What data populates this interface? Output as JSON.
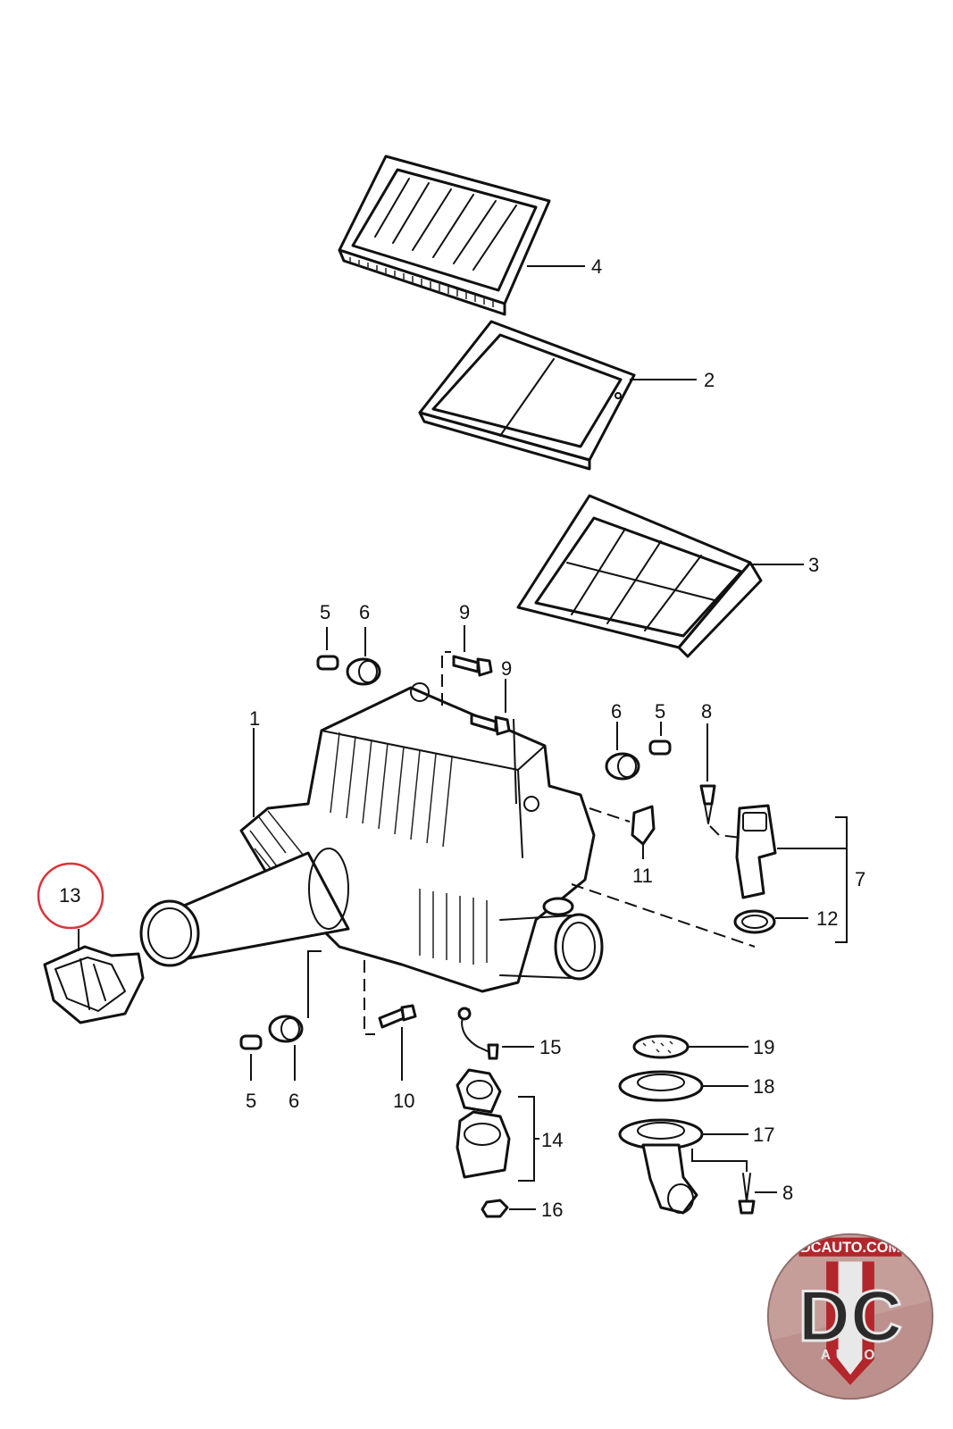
{
  "diagram": {
    "callouts": {
      "c1": "1",
      "c2": "2",
      "c3": "3",
      "c4": "4",
      "c5a": "5",
      "c5b": "5",
      "c5c": "5",
      "c6a": "6",
      "c6b": "6",
      "c6c": "6",
      "c7": "7",
      "c8a": "8",
      "c8b": "8",
      "c9a": "9",
      "c9b": "9",
      "c10": "10",
      "c11": "11",
      "c12": "12",
      "c13": "13",
      "c14": "14",
      "c15": "15",
      "c16": "16",
      "c17": "17",
      "c18": "18",
      "c19": "19"
    },
    "highlighted_callout": "13"
  },
  "watermark": {
    "top_text": "DCAUTO.COM",
    "letters": "DC",
    "bottom_text": "AUTO",
    "colors": {
      "red": "#b3262b",
      "dark": "#2b2b2b",
      "light": "#e8e8e8"
    }
  }
}
